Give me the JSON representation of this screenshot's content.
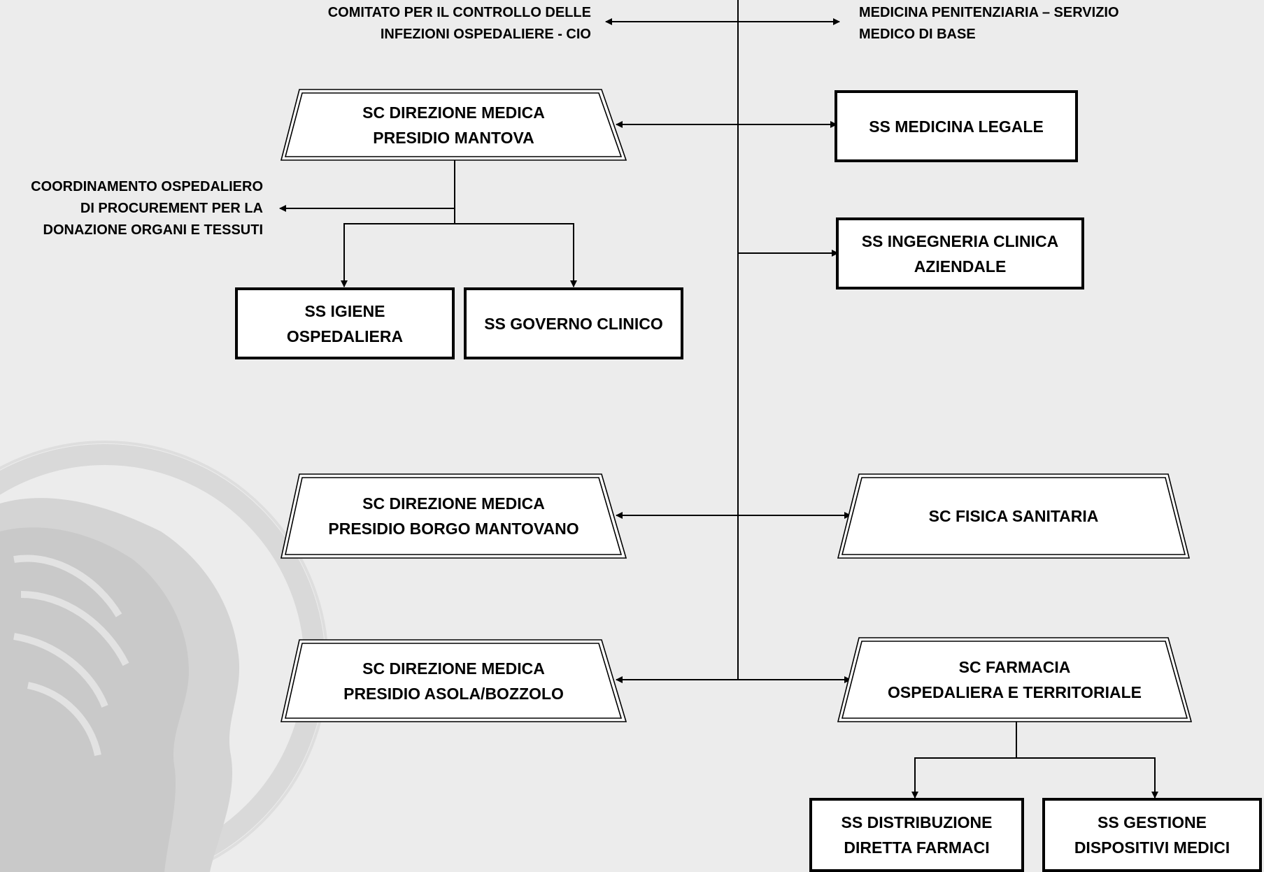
{
  "nodes": {
    "cio": "COMITATO PER IL CONTROLLO DELLE\nINFEZIONI OSPEDALIERE - CIO",
    "medicina_penitenziaria": "MEDICINA PENITENZIARIA – SERVIZIO\nMEDICO DI  BASE",
    "dir_mantova": "SC DIREZIONE MEDICA\nPRESIDIO MANTOVA",
    "medicina_legale": "SS MEDICINA LEGALE",
    "coordinamento": "COORDINAMENTO OSPEDALIERO\nDI PROCUREMENT PER LA\nDONAZIONE ORGANI E TESSUTI",
    "ingegneria": "SS INGEGNERIA CLINICA\nAZIENDALE",
    "igiene": "SS IGIENE\nOSPEDALIERA",
    "governo": "SS GOVERNO CLINICO",
    "dir_borgo": "SC DIREZIONE MEDICA\nPRESIDIO BORGO MANTOVANO",
    "fisica": "SC FISICA SANITARIA",
    "dir_asola": "SC DIREZIONE MEDICA\nPRESIDIO ASOLA/BOZZOLO",
    "farmacia": "SC FARMACIA\nOSPEDALIERA E TERRITORIALE",
    "distribuzione": "SS DISTRIBUZIONE\nDIRETTA FARMACI",
    "dispositivi": "SS GESTIONE\nDISPOSITIVI  MEDICI"
  },
  "colors": {
    "background": "#ececec",
    "watermark": "#d6d6d6",
    "box_fill": "#ffffff",
    "line": "#000000"
  }
}
